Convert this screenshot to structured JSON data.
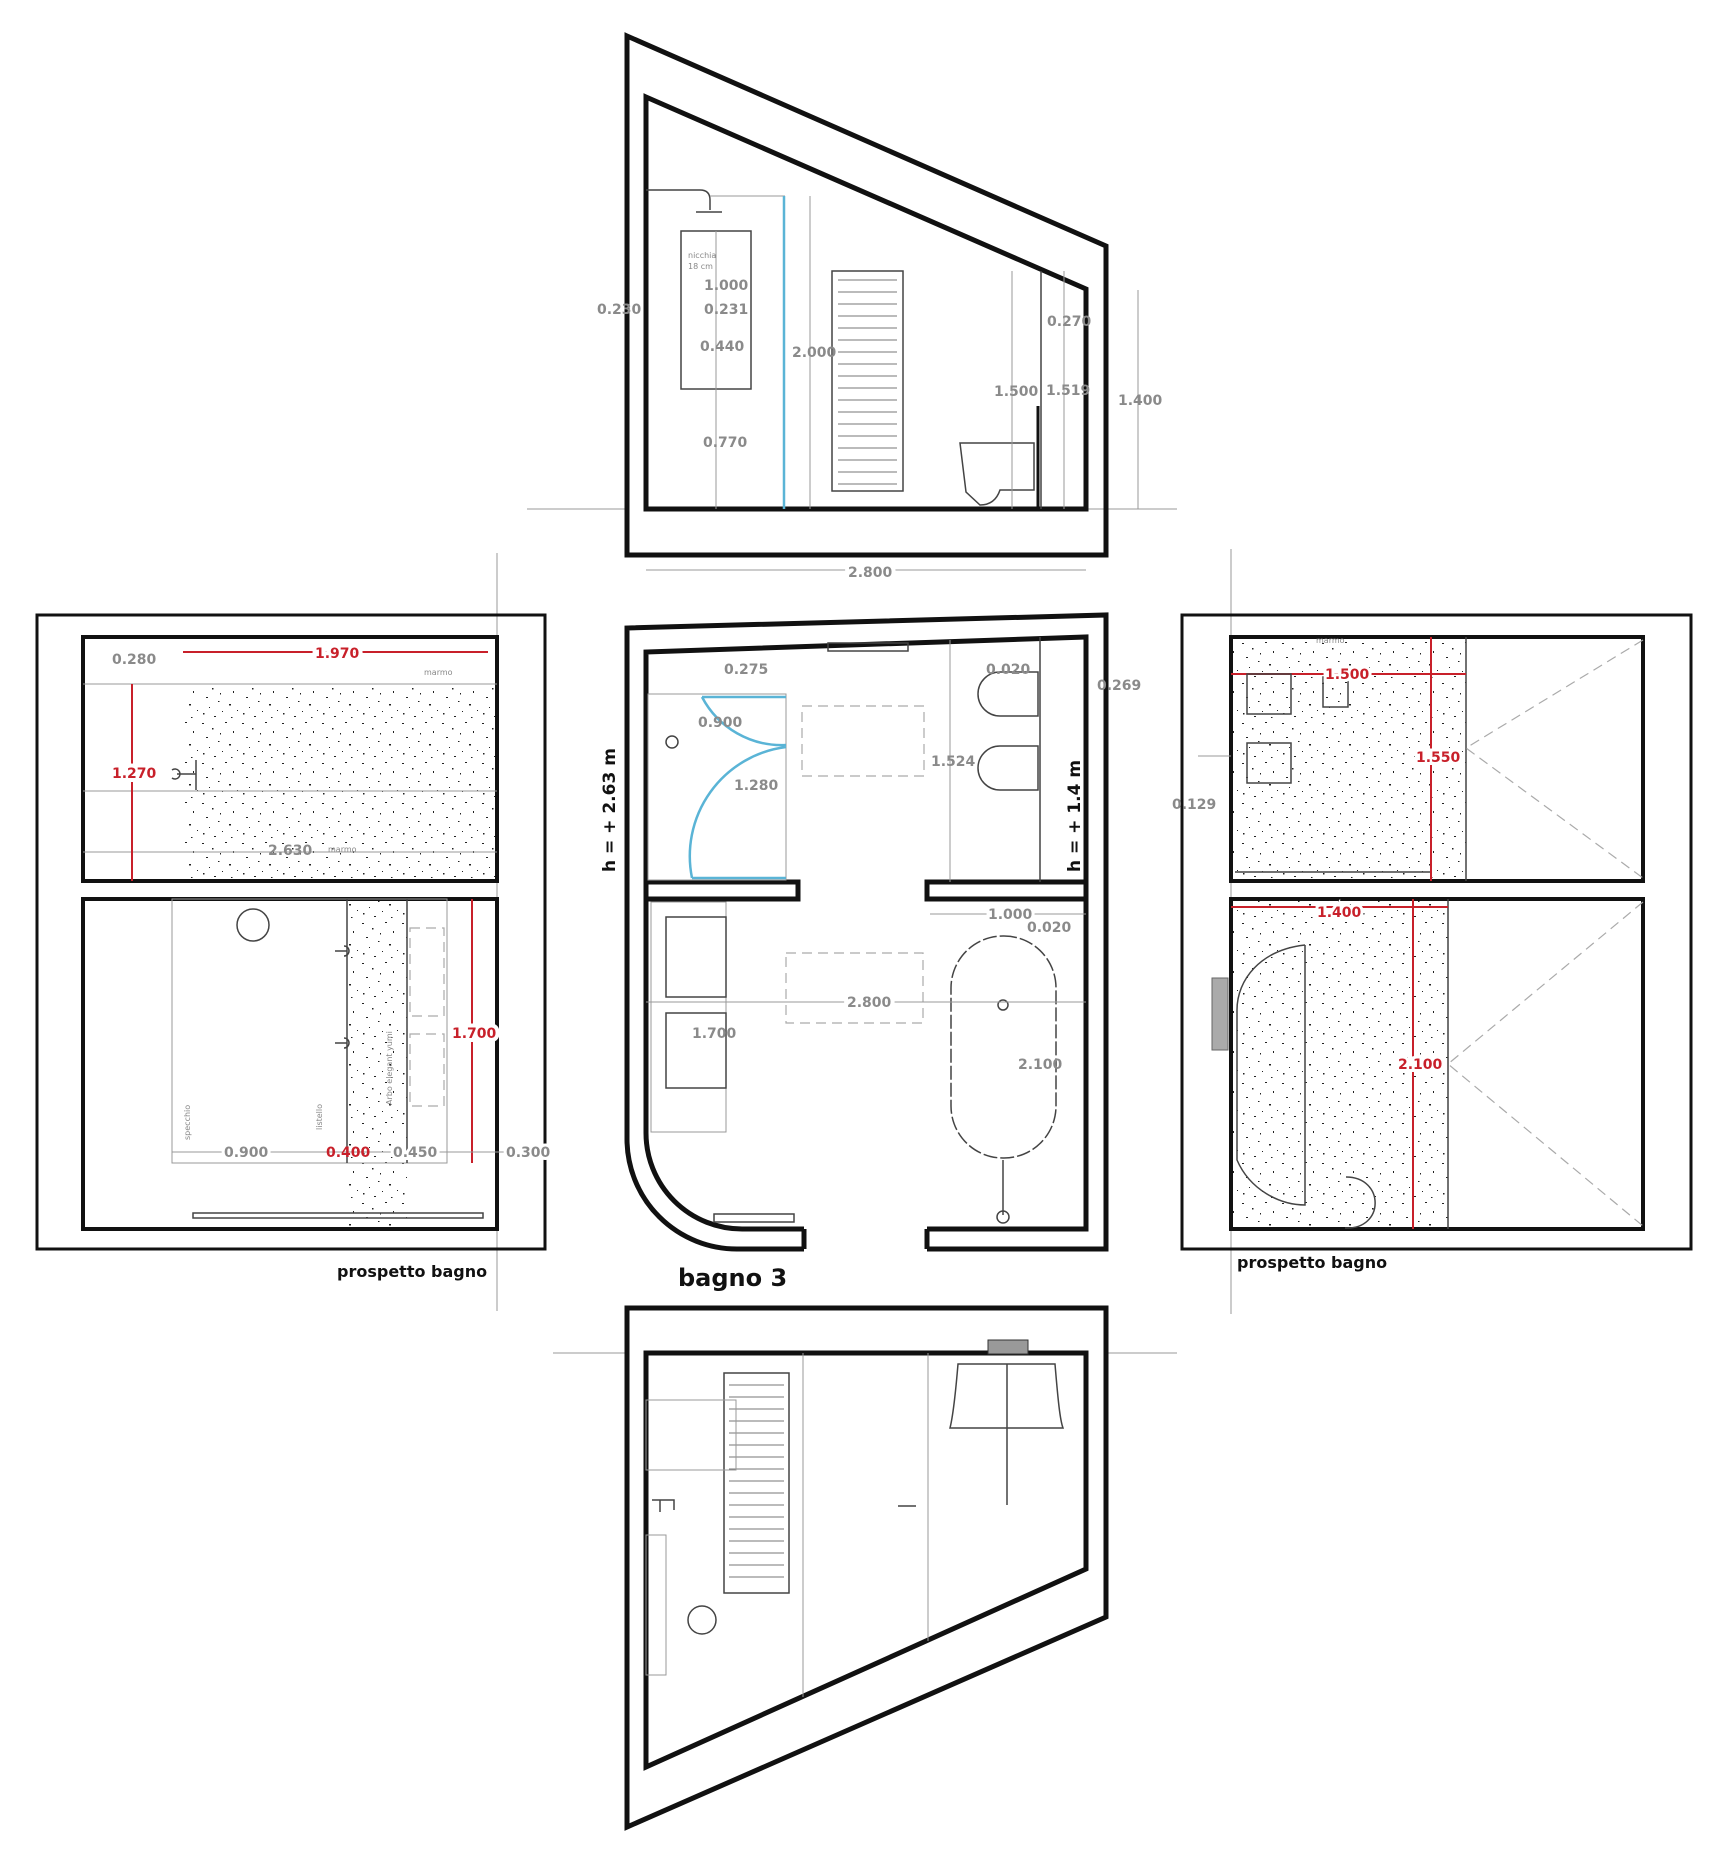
{
  "colors": {
    "wall": "#111111",
    "dimension": "#8a8a8a",
    "highlight": "#c8202a",
    "glass": "#5ab4d6"
  },
  "top_elevation": {
    "niche_label": "nicchia",
    "niche_depth": "18 cm",
    "dims": {
      "d0230": "0.230",
      "d0231": "0.231",
      "d1000": "1.000",
      "d0440": "0.440",
      "d0770": "0.770",
      "d2000": "2.000",
      "d0270": "0.270",
      "d1500": "1.500",
      "d1519": "1.519",
      "d1400": "1.400",
      "d2800": "2.800"
    }
  },
  "plan": {
    "title": "bagno 3",
    "height_left": "h = + 2.63 m",
    "height_right": "h = + 1.4 m",
    "dims": {
      "d0275": "0.275",
      "d0900": "0.900",
      "d1280": "1.280",
      "d1524": "1.524",
      "d0020a": "0.020",
      "d0269": "0.269",
      "d1000": "1.000",
      "d0020b": "0.020",
      "d2800": "2.800",
      "d1700": "1.700",
      "d2100": "2.100"
    }
  },
  "left_elevation": {
    "caption": "prospetto bagno",
    "material_top": "marmo",
    "material_mid": "marmo",
    "mirror_label": "specchio",
    "wall_label": "listello",
    "cabinet_label": "Arbo elegant yumi",
    "dims": {
      "d0280": "0.280",
      "d1970": "1.970",
      "d1270": "1.270",
      "d2630": "2.630",
      "d1700": "1.700",
      "d0900": "0.900",
      "d0400": "0.400",
      "d0450": "0.450",
      "d0300": "0.300"
    }
  },
  "right_elevation": {
    "caption": "prospetto bagno",
    "material": "marmo",
    "dims": {
      "d1500": "1.500",
      "d1550": "1.550",
      "d0129": "0.129",
      "d1400": "1.400",
      "d2100": "2.100"
    }
  }
}
